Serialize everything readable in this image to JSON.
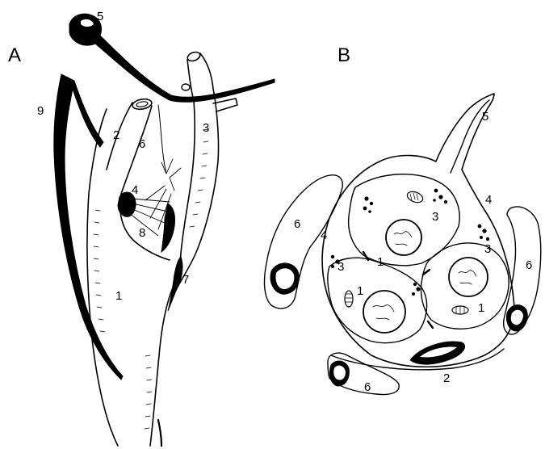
{
  "figure": {
    "panel_a_label": "A",
    "panel_b_label": "B",
    "panel_a_numbers": {
      "n1": "1",
      "n2": "2",
      "n3": "3",
      "n4": "4",
      "n5": "5",
      "n6": "6",
      "n7": "7",
      "n8": "8",
      "n9": "9"
    },
    "panel_b_numbers": {
      "n1_top": "1",
      "n1_left": "1",
      "n1_right": "1",
      "n2": "2",
      "n3_top": "3",
      "n3_left": "3",
      "n3_right": "3",
      "n4_left": "4",
      "n4_right": "4",
      "n5": "5",
      "n6_left": "6",
      "n6_right": "6",
      "n6_bottom": "6"
    }
  }
}
